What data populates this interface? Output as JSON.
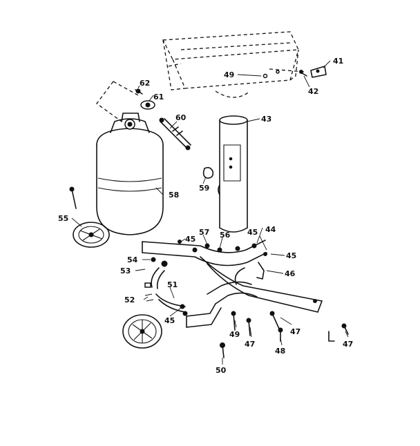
{
  "parts": {
    "p41": "41",
    "p42": "42",
    "p43": "43",
    "p44": "44",
    "p45a": "45",
    "p45b": "45",
    "p45c": "45",
    "p45d": "45",
    "p46": "46",
    "p47a": "47",
    "p47b": "47",
    "p47c": "47",
    "p48": "48",
    "p49a": "49",
    "p49b": "49",
    "p50": "50",
    "p51": "51",
    "p52": "52",
    "p53": "53",
    "p54": "54",
    "p55": "55",
    "p56": "56",
    "p57": "57",
    "p58": "58",
    "p59": "59",
    "p60": "60",
    "p61": "61",
    "p62": "62"
  }
}
